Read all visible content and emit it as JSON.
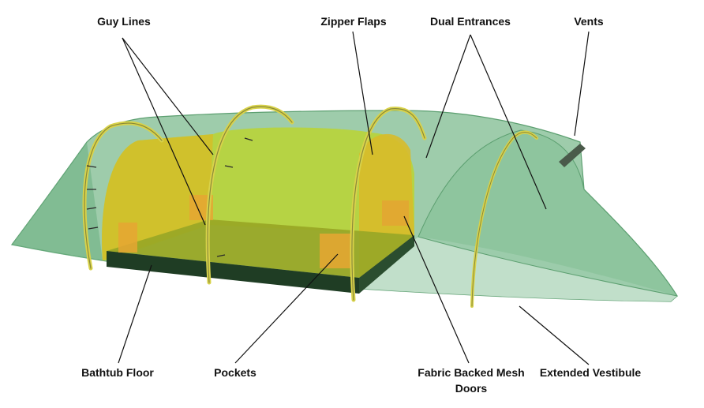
{
  "diagram": {
    "subject": "tunnel-tent",
    "colors": {
      "fly": "#6fb582",
      "fly_light": "#b9dcc3",
      "fly_edge": "#4f9a66",
      "inner": "#b7d23a",
      "inner_dark": "#8fae22",
      "floor": "#1d3b22",
      "pocket": "#e3a632",
      "pole": "#d7d24a"
    },
    "labels": {
      "guy_lines": "Guy Lines",
      "zipper_flaps": "Zipper Flaps",
      "dual_entrances": "Dual Entrances",
      "vents": "Vents",
      "bathtub_floor": "Bathtub Floor",
      "pockets": "Pockets",
      "mesh_doors_line1": "Fabric Backed Mesh",
      "mesh_doors_line2": "Doors",
      "extended_vestibule": "Extended Vestibule"
    }
  }
}
